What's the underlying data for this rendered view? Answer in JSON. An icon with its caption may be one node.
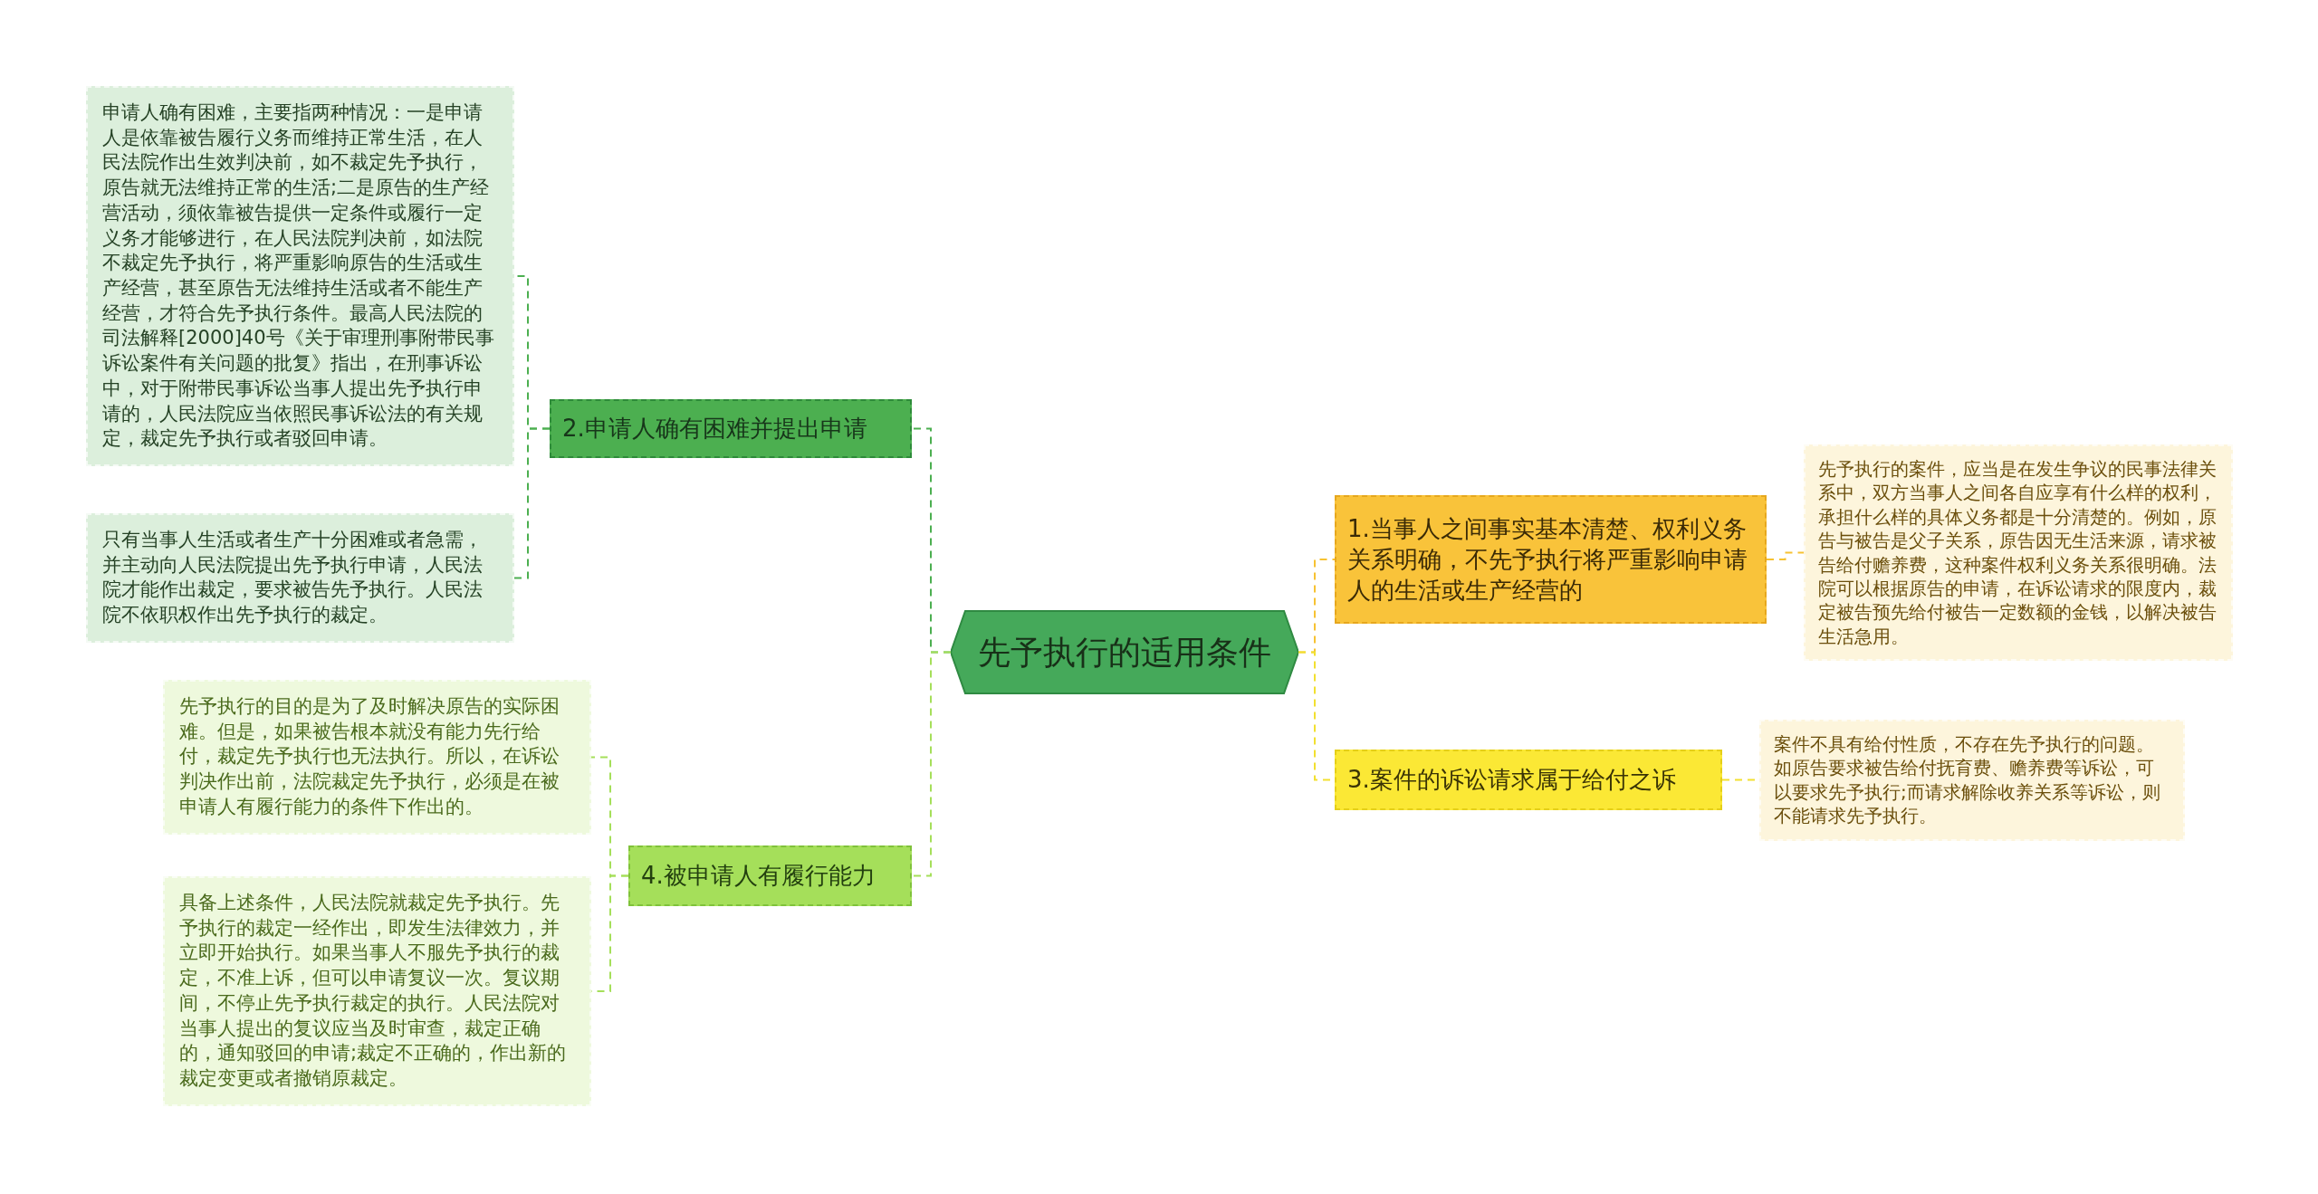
{
  "diagram": {
    "nodes": [
      {
        "text": [
          "先予执行的适用条件"
        ]
      },
      {
        "text": [
          "2.申请人确有困难并提出申请"
        ]
      },
      {
        "text": [
          "申请人确有困难，主要指两种情况：一是申请人是依靠被告履行义务而维持正常生活，在人民法院作出生效判决前，如不裁定先予执行，原告就无法维持正常的生活;二是原告的生产经营活动，须依靠被告提供一定条件或履行一定义务才能够进行，在人民法院判决前，如法院不裁定先予执行，将严重影响原告的生活或生产经营，甚至原告无法维持生活或者不能生产经营，才符合先予执行条件。最高人民法院的司法解释[2000]40号《关于审理刑事附带民事诉讼案件有关问题的批复》指出，在刑事诉讼中，对于附带民事诉讼当事人提出先予执行申请的，人民法院应当依照民事诉讼法的有关规定，裁定先予执行或者驳回申请。"
        ]
      },
      {
        "text": [
          "只有当事人生活或者生产十分困难或者急需，并主动向人民法院提出先予执行申请，人民法院才能作出裁定，要求被告先予执行。人民法院不依职权作出先予执行的裁定。"
        ]
      },
      {
        "text": [
          "4.被申请人有履行能力"
        ]
      },
      {
        "text": [
          "先予执行的目的是为了及时解决原告的实际困难。但是，如果被告根本就没有能力先行给付，裁定先予执行也无法执行。所以，在诉讼判决作出前，法院裁定先予执行，必须是在被申请人有履行能力的条件下作出的。"
        ]
      },
      {
        "text": [
          "具备上述条件，人民法院就裁定先予执行。先予执行的裁定一经作出，即发生法律效力，并立即开始执行。如果当事人不服先予执行的裁定，不准上诉，但可以申请复议一次。复议期间，不停止先予执行裁定的执行。人民法院对当事人提出的复议应当及时审查，裁定正确的，通知驳回的申请;裁定不正确的，作出新的裁定变更或者撤销原裁定。"
        ]
      },
      {
        "text": [
          "1.当事人之间事实基本清楚、权利义务关系明确，不先予执行将严重影响申请人的生活或生产经营的"
        ]
      },
      {
        "text": [
          "先予执行的案件，应当是在发生争议的民事法律关系中，双方当事人之间各自应享有什么样的权利，承担什么样的具体义务都是十分清楚的。例如，原告与被告是父子关系，原告因无生活来源，请求被告给付赡养费，这种案件权利义务关系很明确。法院可以根据原告的申请，在诉讼请求的限度内，裁定被告预先给付被告一定数额的金钱，以解决被告生活急用。"
        ]
      },
      {
        "text": [
          "3.案件的诉讼请求属于给付之诉"
        ]
      },
      {
        "text": [
          "案件不具有给付性质，不存在先予执行的问题。如原告要求被告给付抚育费、赡养费等诉讼，可以要求先予执行;而请求解除收养关系等诉讼，则不能请求先予执行。"
        ]
      }
    ],
    "edges": [
      {
        "from": 0,
        "to": 1,
        "arrow": "none",
        "style": "dashed",
        "color": "#4caf50"
      },
      {
        "from": 1,
        "to": 2,
        "arrow": "none",
        "style": "dashed",
        "color": "#4caf50"
      },
      {
        "from": 1,
        "to": 3,
        "arrow": "none",
        "style": "dashed",
        "color": "#4caf50"
      },
      {
        "from": 0,
        "to": 4,
        "arrow": "none",
        "style": "dashed",
        "color": "#a5df5a"
      },
      {
        "from": 4,
        "to": 5,
        "arrow": "none",
        "style": "dashed",
        "color": "#a5df5a"
      },
      {
        "from": 4,
        "to": 6,
        "arrow": "none",
        "style": "dashed",
        "color": "#a5df5a"
      },
      {
        "from": 0,
        "to": 7,
        "arrow": "none",
        "style": "dashed",
        "color": "#f7c232"
      },
      {
        "from": 7,
        "to": 8,
        "arrow": "none",
        "style": "dashed",
        "color": "#f7c232"
      },
      {
        "from": 0,
        "to": 9,
        "arrow": "none",
        "style": "dashed",
        "color": "#f2e030"
      },
      {
        "from": 9,
        "to": 10,
        "arrow": "none",
        "style": "dashed",
        "color": "#f2e030"
      }
    ]
  }
}
